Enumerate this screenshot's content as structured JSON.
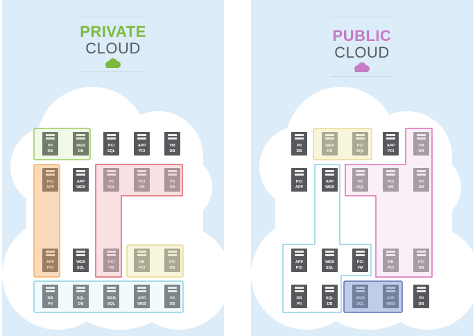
{
  "colors": {
    "panel_bg": "#dcecf8",
    "cloud": "#ffffff",
    "server": "#56585b",
    "private_accent": "#7db93f",
    "public_accent": "#c67bc3",
    "green_zone": "#9ccc5f",
    "orange_zone": "#f2b06a",
    "red_zone": "#e0636e",
    "yellow_zone": "#e6da8f",
    "blue_zone": "#8bd0e6",
    "magenta_zone": "#de6fb5",
    "purple_zone": "#5a6db7"
  },
  "private": {
    "title_1": "PRIVATE",
    "title_2": "CLOUD",
    "cloud_icon": "cloud-icon",
    "servers": [
      {
        "l1": "PII",
        "l2": "DB"
      },
      {
        "l1": "WEB",
        "l2": "DB"
      },
      {
        "l1": "PCI",
        "l2": "SQL"
      },
      {
        "l1": "APP",
        "l2": "PCI"
      },
      {
        "l1": "VM",
        "l2": "DB"
      },
      {
        "l1": "PCI",
        "l2": "APP"
      },
      {
        "l1": "APP",
        "l2": "WEB"
      },
      {
        "l1": "PII",
        "l2": "SQL"
      },
      {
        "l1": "PCI",
        "l2": "VM"
      },
      {
        "l1": "PII",
        "l2": "DB"
      },
      {
        "l1": "APP",
        "l2": "PCI"
      },
      {
        "l1": "WEB",
        "l2": "SQL"
      },
      {
        "l1": "PCI",
        "l2": "VM"
      },
      {
        "l1": "DB",
        "l2": "PCI"
      },
      {
        "l1": "PCI",
        "l2": "DB"
      },
      {
        "l1": "DB",
        "l2": "PII"
      },
      {
        "l1": "SQL",
        "l2": "DB"
      },
      {
        "l1": "WEB",
        "l2": "SQL"
      },
      {
        "l1": "APP",
        "l2": "WEB"
      },
      {
        "l1": "PII",
        "l2": "DB"
      }
    ]
  },
  "public": {
    "title_1": "PUBLIC",
    "title_2": "CLOUD",
    "cloud_icon": "cloud-icon",
    "servers": [
      {
        "l1": "PII",
        "l2": "DB"
      },
      {
        "l1": "WEB",
        "l2": "DB"
      },
      {
        "l1": "PCI",
        "l2": "SQL"
      },
      {
        "l1": "APP",
        "l2": "PCI"
      },
      {
        "l1": "VM",
        "l2": "DB"
      },
      {
        "l1": "PCI",
        "l2": "APP"
      },
      {
        "l1": "APP",
        "l2": "WEB"
      },
      {
        "l1": "PII",
        "l2": "SQL"
      },
      {
        "l1": "PCI",
        "l2": "VM"
      },
      {
        "l1": "PII",
        "l2": "DB"
      },
      {
        "l1": "APP",
        "l2": "PCI"
      },
      {
        "l1": "WEB",
        "l2": "SQL"
      },
      {
        "l1": "PCI",
        "l2": "VM"
      },
      {
        "l1": "DB",
        "l2": "PCI"
      },
      {
        "l1": "PCI",
        "l2": "DB"
      },
      {
        "l1": "DB",
        "l2": "PII"
      },
      {
        "l1": "SQL",
        "l2": "DB"
      },
      {
        "l1": "WEB",
        "l2": "SQL"
      },
      {
        "l1": "APP",
        "l2": "WEB"
      },
      {
        "l1": "PII",
        "l2": "DB"
      }
    ]
  }
}
